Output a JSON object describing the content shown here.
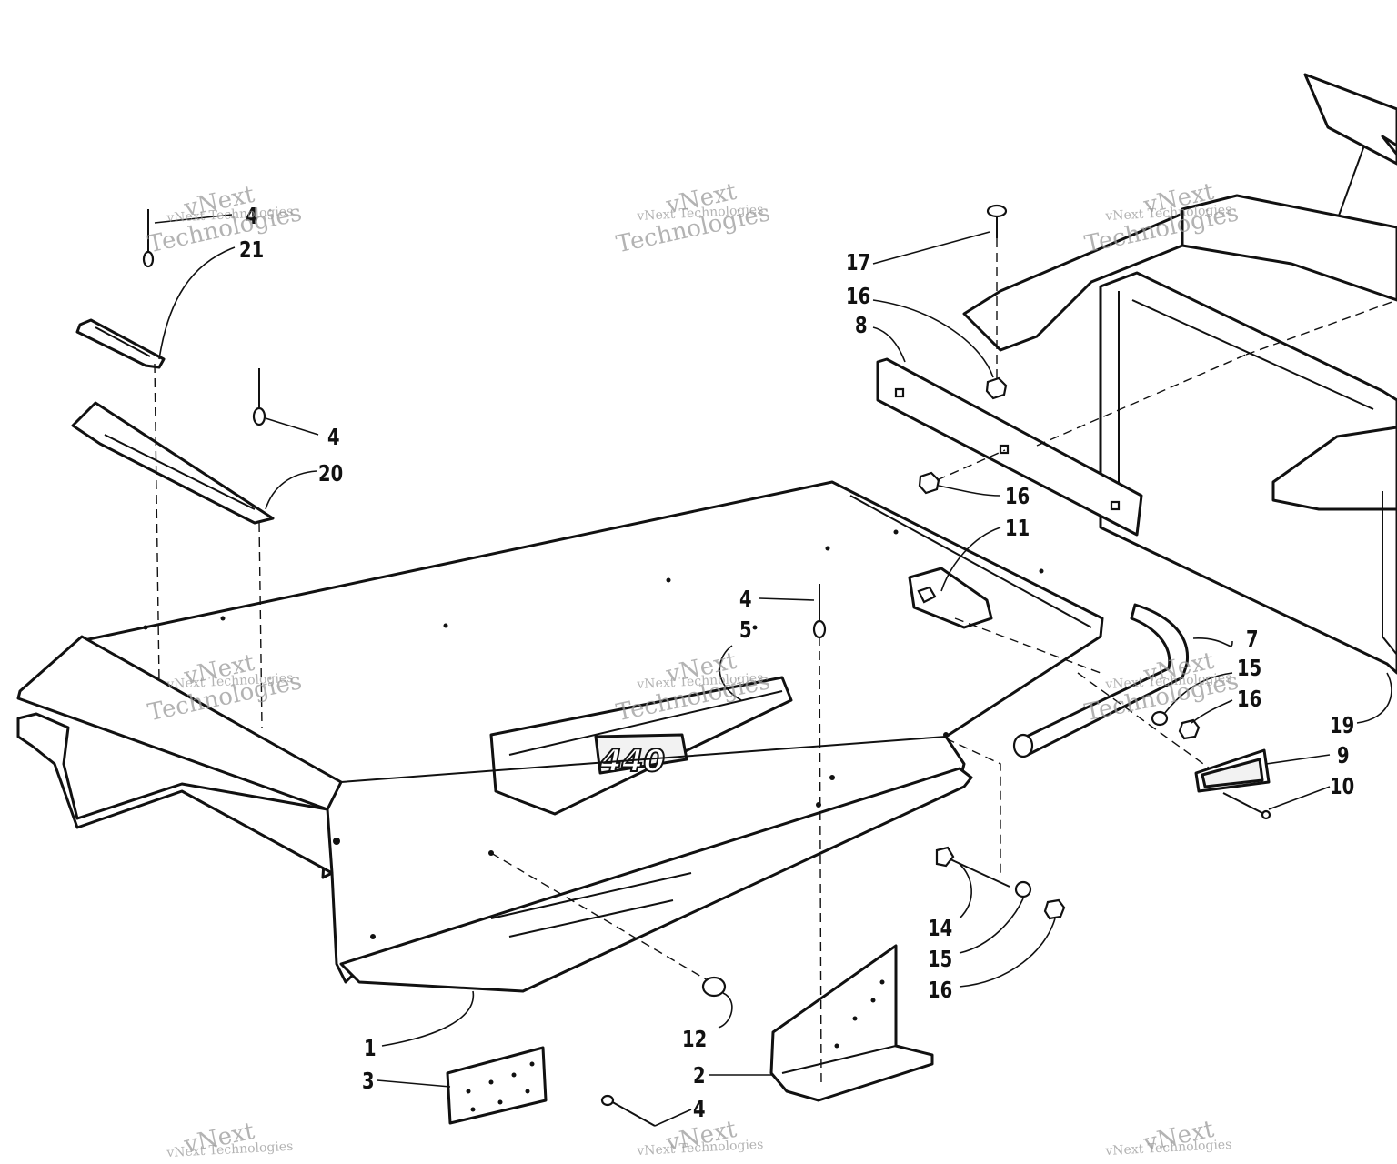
{
  "badge_text": "440",
  "watermark": {
    "company": "vNext",
    "suffix": "Technologies",
    "line": "vNext Technologies"
  },
  "callouts": [
    {
      "id": "c-4a",
      "text": "4"
    },
    {
      "id": "c-21",
      "text": "21"
    },
    {
      "id": "c-4b",
      "text": "4"
    },
    {
      "id": "c-20",
      "text": "20"
    },
    {
      "id": "c-17",
      "text": "17"
    },
    {
      "id": "c-16a",
      "text": "16"
    },
    {
      "id": "c-8",
      "text": "8"
    },
    {
      "id": "c-16b",
      "text": "16"
    },
    {
      "id": "c-11",
      "text": "11"
    },
    {
      "id": "c-4c",
      "text": "4"
    },
    {
      "id": "c-5",
      "text": "5"
    },
    {
      "id": "c-7",
      "text": "7"
    },
    {
      "id": "c-15a",
      "text": "15"
    },
    {
      "id": "c-16c",
      "text": "16"
    },
    {
      "id": "c-19",
      "text": "19"
    },
    {
      "id": "c-9",
      "text": "9"
    },
    {
      "id": "c-10",
      "text": "10"
    },
    {
      "id": "c-14",
      "text": "14"
    },
    {
      "id": "c-15b",
      "text": "15"
    },
    {
      "id": "c-16d",
      "text": "16"
    },
    {
      "id": "c-12",
      "text": "12"
    },
    {
      "id": "c-1",
      "text": "1"
    },
    {
      "id": "c-3",
      "text": "3"
    },
    {
      "id": "c-2",
      "text": "2"
    },
    {
      "id": "c-4d",
      "text": "4"
    }
  ]
}
